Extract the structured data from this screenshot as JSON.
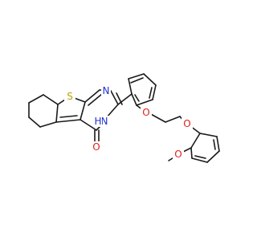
{
  "molecule": {
    "atoms": [
      {
        "symbol": "S",
        "color": "#b8a200"
      },
      {
        "symbol": "N",
        "color": "#1f2fd0"
      },
      {
        "symbol": "N",
        "color": "#1f2fd0"
      },
      {
        "symbol": "H",
        "color": "#1f2fd0"
      },
      {
        "symbol": "O",
        "color": "#e0201b"
      },
      {
        "symbol": "O",
        "color": "#e0201b"
      },
      {
        "symbol": "O",
        "color": "#e0201b"
      },
      {
        "symbol": "O",
        "color": "#e0201b"
      }
    ],
    "bond_color": "#1a1a1a"
  }
}
